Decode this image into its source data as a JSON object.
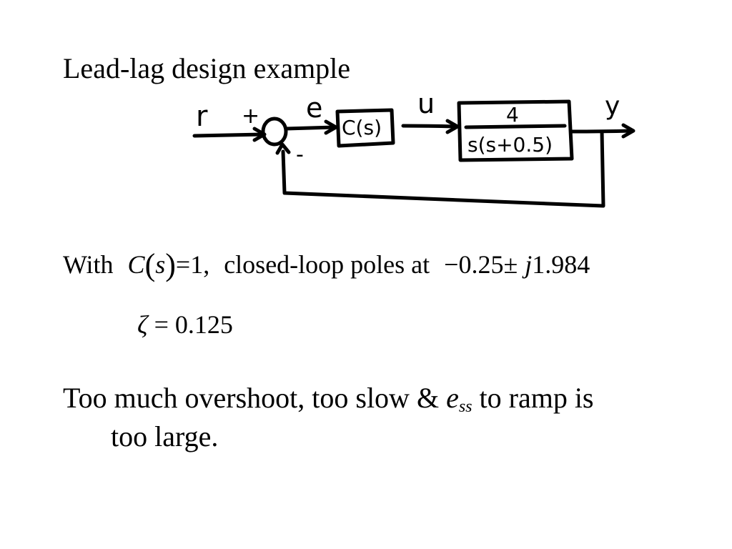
{
  "slide": {
    "title": "Lead-lag design example"
  },
  "diagram": {
    "input_label": "r",
    "plus_sign": "+",
    "minus_sign": "-",
    "error_label": "e",
    "controller_label": "C(s)",
    "control_label": "u",
    "plant_numerator": "4",
    "plant_denominator": "s(s+0.5)",
    "output_label": "y"
  },
  "equation": {
    "prefix": "With",
    "func_name": "C",
    "func_arg": "s",
    "paren_open": "(",
    "paren_close": ")",
    "equals_value": "=1,",
    "desc": "closed-loop poles at",
    "pole_real": "−0.25±",
    "pole_j": "j",
    "pole_imag": "1.984"
  },
  "damping": {
    "symbol": "ζ",
    "value": "= 0.125"
  },
  "conclusion": {
    "part1": "Too much overshoot, too slow &",
    "e_symbol": "e",
    "e_subscript": "ss",
    "part2": "to ramp is",
    "line2": "too large."
  }
}
